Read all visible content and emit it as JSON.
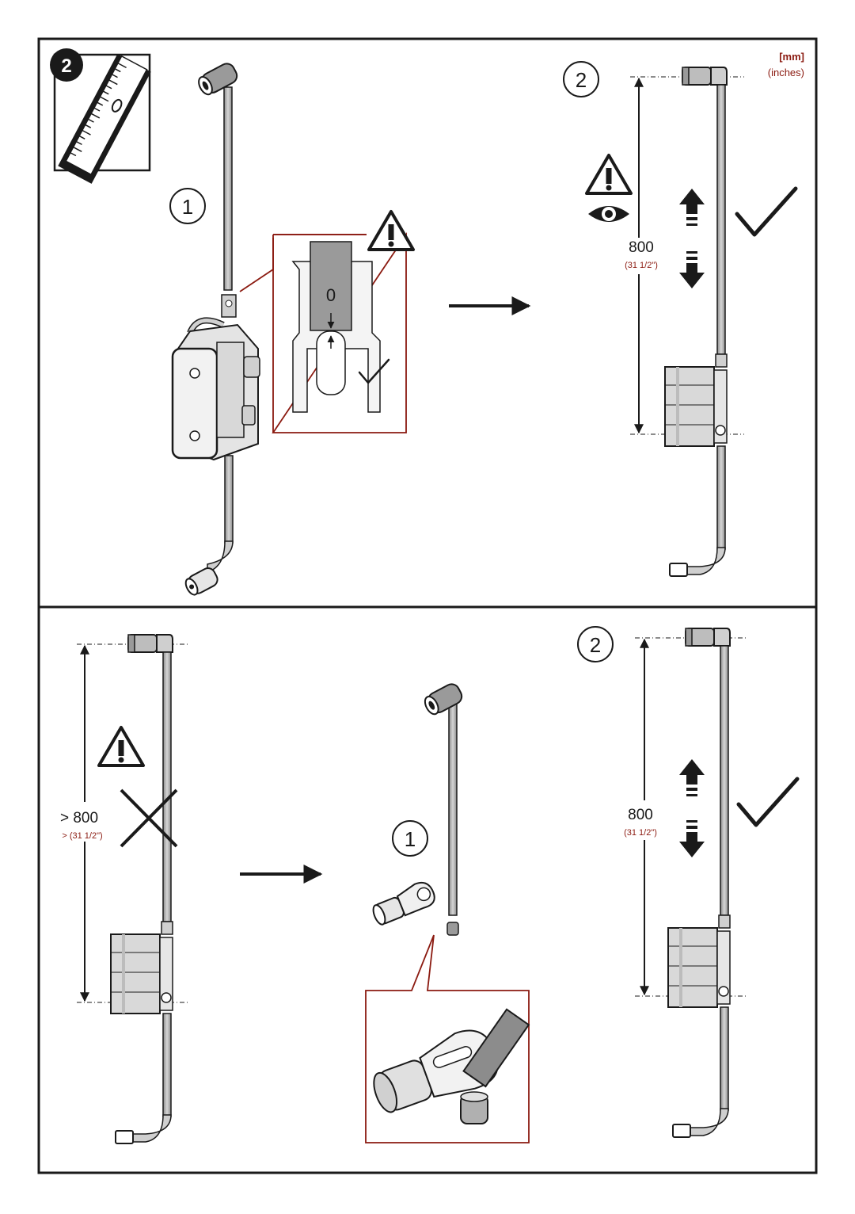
{
  "step_badge": "2",
  "units": {
    "primary": "[mm]",
    "secondary": "(inches)"
  },
  "top_panel": {
    "step1_label": "1",
    "step2_label": "2",
    "detail_gap_value": "0",
    "length_mm": "800",
    "length_in": "(31 1/2\")"
  },
  "bottom_panel": {
    "too_long_mm": "> 800",
    "too_long_in": "> (31 1/2\")",
    "step1_label": "1",
    "step2_label": "2",
    "length_mm": "800",
    "length_in": "(31 1/2\")"
  },
  "colors": {
    "line": "#1a1a1a",
    "pipe": "#bdbdbd",
    "accent_red": "#8b1a10",
    "frame": "#1a1a1a"
  },
  "icons": [
    "ruler-icon",
    "warning-icon",
    "eye-icon",
    "check-icon",
    "cross-icon",
    "arrow-right-icon",
    "arrow-up-icon",
    "arrow-down-icon",
    "tube-cutter-icon"
  ]
}
